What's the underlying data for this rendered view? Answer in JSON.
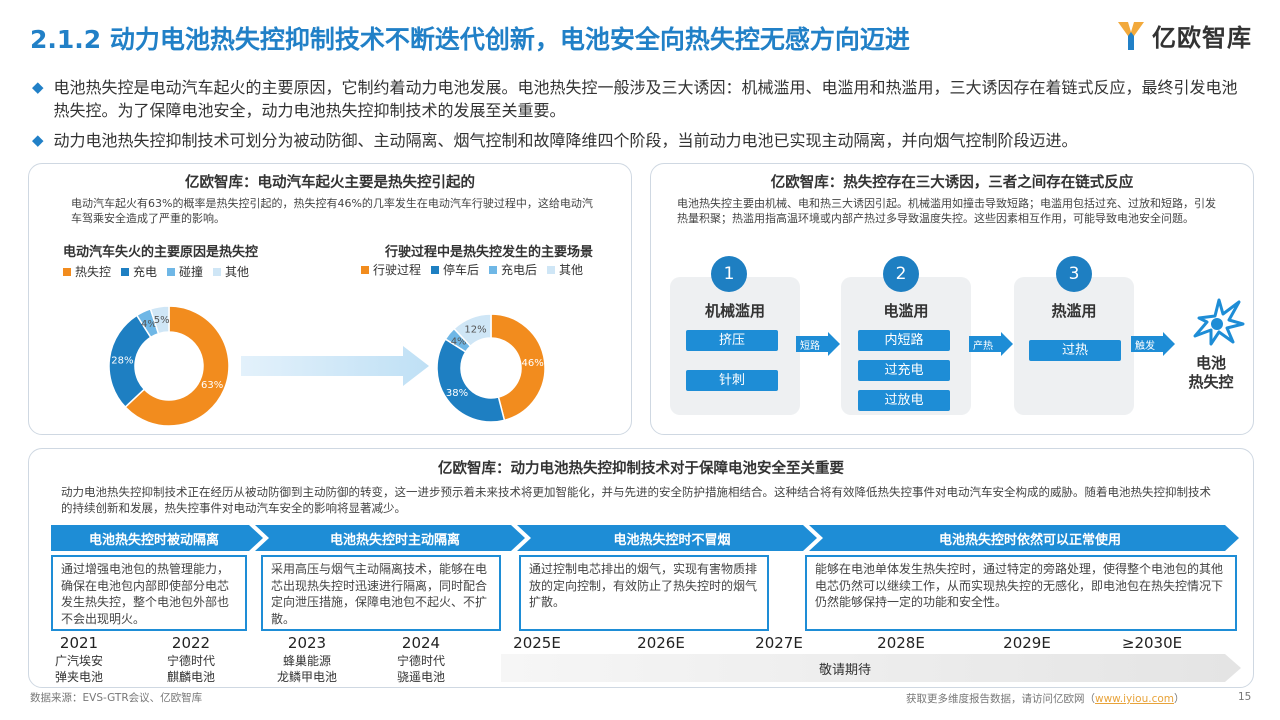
{
  "header": {
    "title": "2.1.2 动力电池热失控抑制技术不断迭代创新，电池安全向热失控无感方向迈进",
    "logo_text": "亿欧智库"
  },
  "bullets": [
    "电池热失控是电动汽车起火的主要原因，它制约着动力电池发展。电池热失控一般涉及三大诱因：机械滥用、电滥用和热滥用，三大诱因存在着链式反应，最终引发电池热失控。为了保障电池安全，动力电池热失控抑制技术的发展至关重要。",
    "动力电池热失控抑制技术可划分为被动防御、主动隔离、烟气控制和故障降维四个阶段，当前动力电池已实现主动隔离，并向烟气控制阶段迈进。"
  ],
  "left_panel": {
    "title": "亿欧智库：电动汽车起火主要是热失控引起的",
    "desc": "电动汽车起火有63%的概率是热失控引起的，热失控有46%的几率发生在电动汽车行驶过程中，这给电动汽车驾乘安全造成了严重的影响。"
  },
  "chart_data": [
    {
      "type": "pie",
      "title": "电动汽车失火的主要原因是热失控",
      "categories": [
        "热失控",
        "充电",
        "碰撞",
        "其他"
      ],
      "values": [
        63,
        28,
        4,
        5
      ],
      "labels": [
        "63%",
        "28%",
        "4%",
        "5%"
      ],
      "colors": [
        "#f28c1e",
        "#1e7fc2",
        "#6fb7e6",
        "#cfe6f6"
      ],
      "legend": "top"
    },
    {
      "type": "pie",
      "title": "行驶过程中是热失控发生的主要场景",
      "categories": [
        "行驶过程",
        "停车后",
        "充电后",
        "其他"
      ],
      "values": [
        46,
        38,
        4,
        12
      ],
      "labels": [
        "46%",
        "38%",
        "4%",
        "12%"
      ],
      "colors": [
        "#f28c1e",
        "#1e7fc2",
        "#6fb7e6",
        "#cfe6f6"
      ],
      "legend": "top"
    }
  ],
  "right_panel": {
    "title": "亿欧智库：热失控存在三大诱因，三者之间存在链式反应",
    "desc": "电池热失控主要由机械、电和热三大诱因引起。机械滥用如撞击导致短路；电滥用包括过充、过放和短路，引发热量积聚；热滥用指高温环境或内部产热过多导致温度失控。这些因素相互作用，可能导致电池安全问题。",
    "stages": [
      {
        "num": "1",
        "name": "机械滥用",
        "causes": [
          "挤压",
          "针刺"
        ]
      },
      {
        "num": "2",
        "name": "电滥用",
        "causes": [
          "内短路",
          "过充电",
          "过放电"
        ]
      },
      {
        "num": "3",
        "name": "热滥用",
        "causes": [
          "过热"
        ]
      }
    ],
    "arrows": [
      "短路",
      "产热",
      "触发"
    ],
    "result": "电池\n热失控"
  },
  "bottom_panel": {
    "title": "亿欧智库：动力电池热失控抑制技术对于保障电池安全至关重要",
    "desc": "动力电池热失控抑制技术正在经历从被动防御到主动防御的转变，这一进步预示着未来技术将更加智能化，并与先进的安全防护措施相结合。这种结合将有效降低热失控事件对电动汽车安全构成的威胁。随着电池热失控抑制技术的持续创新和发展，热失控事件对电动汽车安全的影响将显著减少。",
    "phases": [
      {
        "label": "电池热失控时被动隔离",
        "text": "通过增强电池包的热管理能力，确保在电池包内部即使部分电芯发生热失控，整个电池包外部也不会出现明火。"
      },
      {
        "label": "电池热失控时主动隔离",
        "text": "采用高压与烟气主动隔离技术，能够在电芯出现热失控时迅速进行隔离，同时配合定向泄压措施，保障电池包不起火、不扩散。"
      },
      {
        "label": "电池热失控时不冒烟",
        "text": "通过控制电芯排出的烟气，实现有害物质排放的定向控制，有效防止了热失控时的烟气扩散。"
      },
      {
        "label": "电池热失控时依然可以正常使用",
        "text": "能够在电池单体发生热失控时，通过特定的旁路处理，使得整个电池包的其他电芯仍然可以继续工作，从而实现热失控的无感化，即电池包在热失控情况下仍然能够保持一定的功能和安全性。"
      }
    ],
    "timeline": [
      {
        "year": "2021",
        "company": "广汽埃安",
        "product": "弹夹电池"
      },
      {
        "year": "2022",
        "company": "宁德时代",
        "product": "麒麟电池"
      },
      {
        "year": "2023",
        "company": "蜂巢能源",
        "product": "龙鳞甲电池"
      },
      {
        "year": "2024",
        "company": "宁德时代",
        "product": "骁遥电池"
      },
      {
        "year": "2025E"
      },
      {
        "year": "2026E"
      },
      {
        "year": "2027E"
      },
      {
        "year": "2028E"
      },
      {
        "year": "2029E"
      },
      {
        "year": "≥2030E"
      }
    ],
    "future_label": "敬请期待"
  },
  "footer": {
    "source": "数据来源：EVS-GTR会议、亿欧智库",
    "cta": "获取更多维度报告数据，请访问亿欧网（",
    "url": "www.iyiou.com",
    "cta_end": "）",
    "page": "15"
  },
  "colors": {
    "accent": "#2180c7",
    "orange": "#f28c1e",
    "blue": "#1e7fc2",
    "light_blue": "#6fb7e6",
    "pale_blue": "#cfe6f6"
  }
}
